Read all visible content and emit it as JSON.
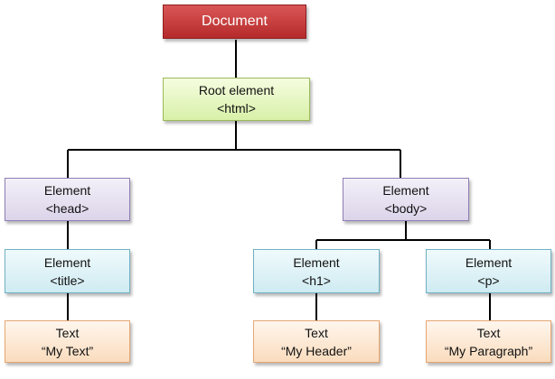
{
  "diagram": {
    "document": {
      "label": "Document"
    },
    "root": {
      "line1": "Root element",
      "line2": "<html>"
    },
    "head": {
      "line1": "Element",
      "line2": "<head>"
    },
    "body": {
      "line1": "Element",
      "line2": "<body>"
    },
    "title": {
      "line1": "Element",
      "line2": "<title>"
    },
    "h1": {
      "line1": "Element",
      "line2": "<h1>"
    },
    "p": {
      "line1": "Element",
      "line2": "<p>"
    },
    "text_title": {
      "line1": "Text",
      "line2": "“My Text”"
    },
    "text_h1": {
      "line1": "Text",
      "line2": "“My Header”"
    },
    "text_p": {
      "line1": "Text",
      "line2": "“My Paragraph”"
    }
  },
  "colors": {
    "document": "#c0392b",
    "root": "#d8f0a8",
    "element_head_body": "#dcd4ea",
    "element_leaf": "#cfebf2",
    "text": "#fadcbd",
    "connector": "#000000"
  }
}
